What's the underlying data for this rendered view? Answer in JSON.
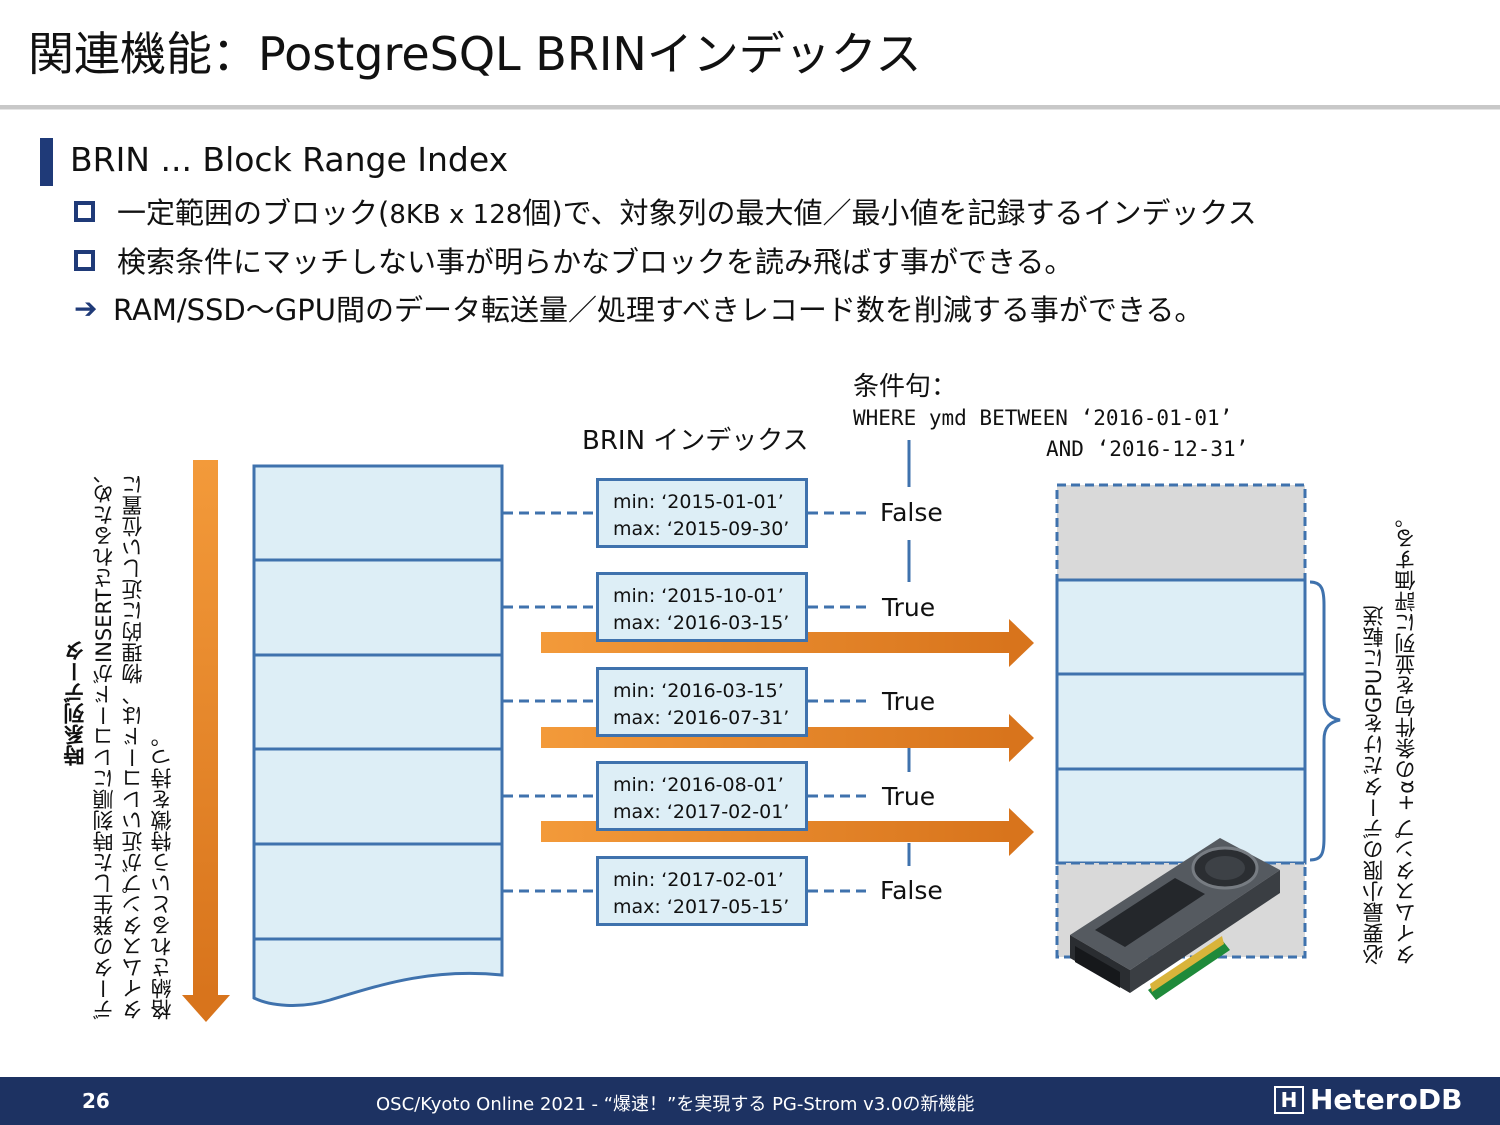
{
  "title": "関連機能：PostgreSQL BRINインデックス",
  "heading": "BRIN ... Block Range Index",
  "bullets": [
    {
      "type": "square",
      "text_a": "一定範囲のブロック(",
      "text_small": "8KB x 128",
      "text_b": "個)で、対象列の最大値／最小値を記録するインデックス"
    },
    {
      "type": "square",
      "text": "検索条件にマッチしない事が明らかなブロックを読み飛ばす事ができる。"
    },
    {
      "type": "arrow",
      "text": "RAM/SSD～GPU間のデータ転送量／処理すべきレコード数を削減する事ができる。"
    }
  ],
  "diagram": {
    "timeseries_label": "時系列データ",
    "timeseries_desc": [
      "データの発生した時刻順にレコードがINSERTされるため、",
      "タイムスタンプが近いレコードは、物理的に近しい位置に",
      "格納されるという特徴を持つ。"
    ],
    "brin_label": "BRIN インデックス",
    "condition_label": "条件句：",
    "condition_line1": "WHERE ymd BETWEEN ‘2016-01-01’",
    "condition_line2": "AND ‘2016-12-31’",
    "index_entries": [
      {
        "min": "min: ‘2015-01-01’",
        "max": "max: ‘2015-09-30’",
        "result": "False"
      },
      {
        "min": "min: ‘2015-10-01’",
        "max": "max: ‘2016-03-15’",
        "result": "True"
      },
      {
        "min": "min: ‘2016-03-15’",
        "max": "max: ‘2016-07-31’",
        "result": "True"
      },
      {
        "min": "min: ‘2016-08-01’",
        "max": "max: ‘2017-02-01’",
        "result": "True"
      },
      {
        "min": "min: ‘2017-02-01’",
        "max": "max: ‘2017-05-15’",
        "result": "False"
      }
    ],
    "gpu_note": [
      "必要最小限のデータだけをGPUに転送",
      "タイムスタンプ +αの条件句を並列に評価する。"
    ]
  },
  "footer": {
    "page_number": "26",
    "center": "OSC/Kyoto Online 2021 - “爆速！”を実現する PG-Strom v3.0の新機能",
    "logo": "HeteroDB",
    "logo_mark": "H"
  },
  "colors": {
    "navy": "#1d3262",
    "accent_blue": "#3f72ad",
    "box_fill": "#ddeef6",
    "orange": "#f0882a",
    "skipped_fill": "#d9d9d9"
  }
}
